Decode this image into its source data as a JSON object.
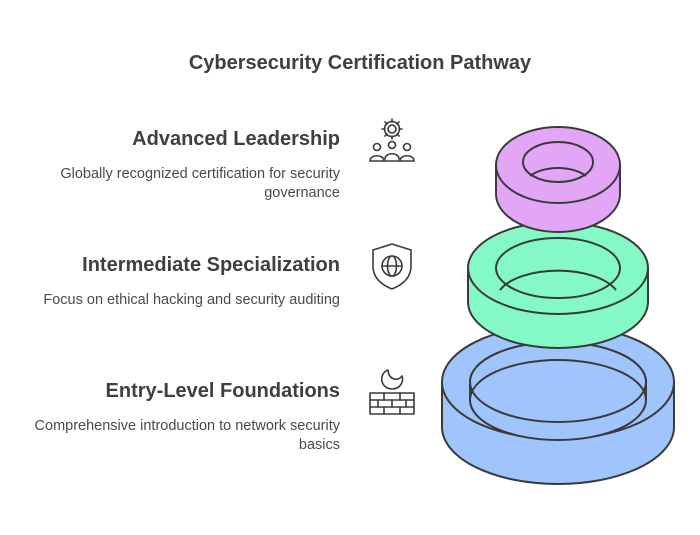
{
  "title": "Cybersecurity Certification Pathway",
  "levels": [
    {
      "heading": "Advanced Leadership",
      "description": "Globally recognized certification for security governance",
      "icon": "team-leadership-icon",
      "color": "#e3a6f7"
    },
    {
      "heading": "Intermediate Specialization",
      "description": "Focus on ethical hacking and security auditing",
      "icon": "shield-globe-icon",
      "color": "#84f9c6"
    },
    {
      "heading": "Entry-Level Foundations",
      "description": "Comprehensive introduction to network security basics",
      "icon": "firewall-icon",
      "color": "#a0c4fc"
    }
  ],
  "colors": {
    "text": "#3f3f3f",
    "stroke": "#3a3a3a"
  }
}
